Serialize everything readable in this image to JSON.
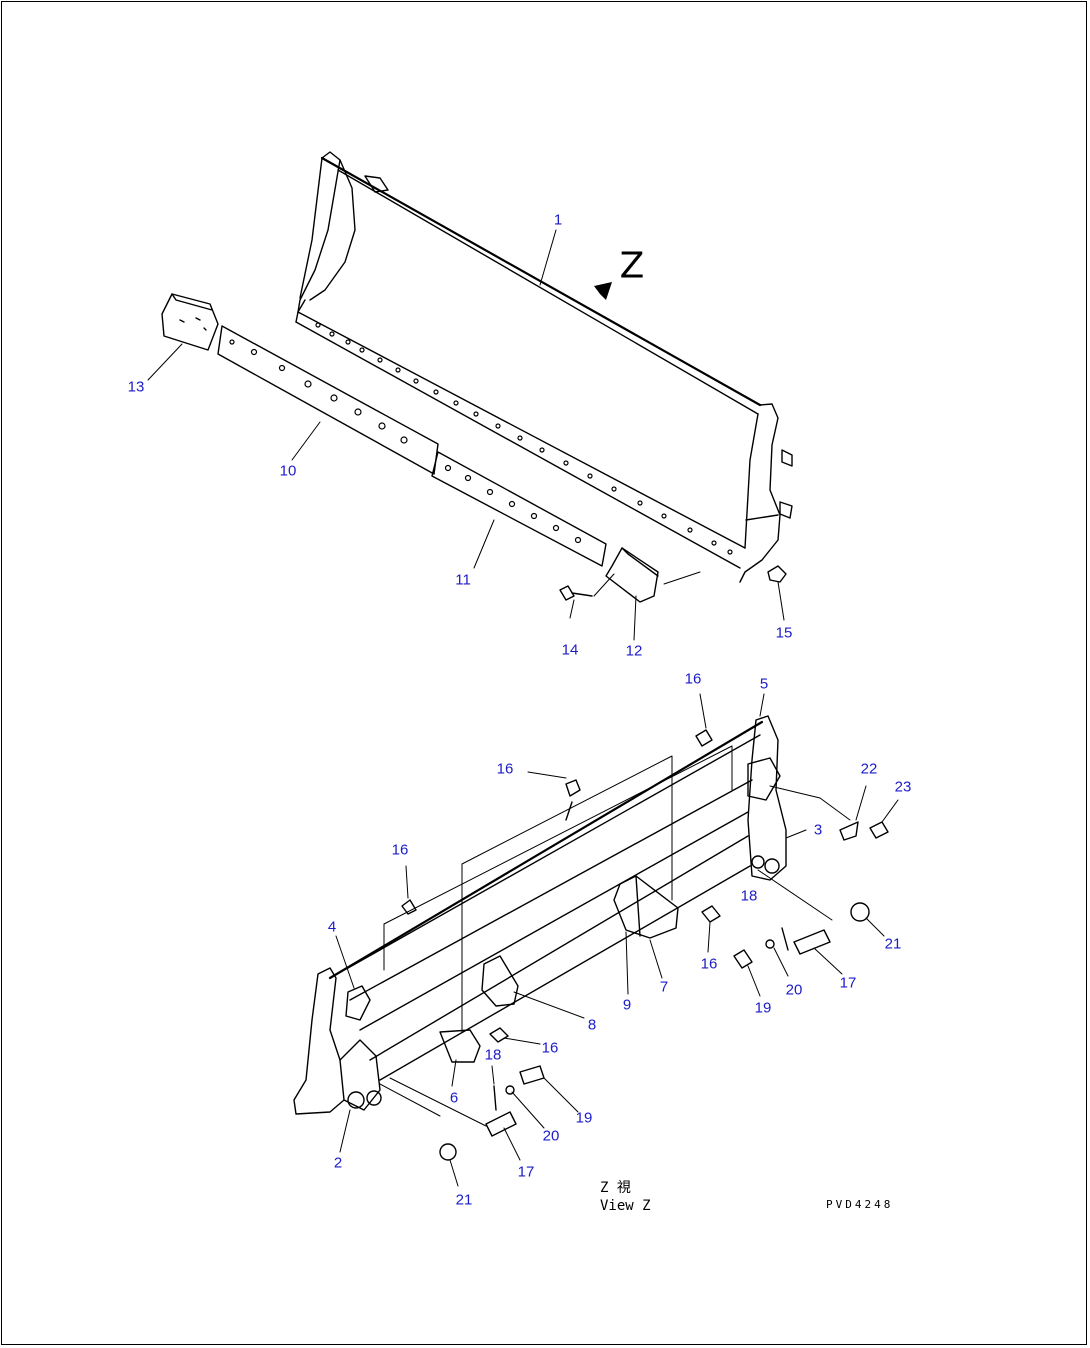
{
  "colors": {
    "callout": "#1c1cc8",
    "line": "#000000"
  },
  "view_marker": "Z",
  "view_caption": {
    "line1": "Z 視",
    "line2": "View Z"
  },
  "drawing_code": "PVD4248",
  "callouts": [
    {
      "id": "c1",
      "text": "1"
    },
    {
      "id": "c13",
      "text": "13"
    },
    {
      "id": "c10",
      "text": "10"
    },
    {
      "id": "c11",
      "text": "11"
    },
    {
      "id": "c14",
      "text": "14"
    },
    {
      "id": "c12",
      "text": "12"
    },
    {
      "id": "c15",
      "text": "15"
    },
    {
      "id": "c16a",
      "text": "16"
    },
    {
      "id": "c5",
      "text": "5"
    },
    {
      "id": "c16b",
      "text": "16"
    },
    {
      "id": "c22",
      "text": "22"
    },
    {
      "id": "c23",
      "text": "23"
    },
    {
      "id": "c3",
      "text": "3"
    },
    {
      "id": "c16c",
      "text": "16"
    },
    {
      "id": "c18a",
      "text": "18"
    },
    {
      "id": "c4",
      "text": "4"
    },
    {
      "id": "c21a",
      "text": "21"
    },
    {
      "id": "c7",
      "text": "7"
    },
    {
      "id": "c16d",
      "text": "16"
    },
    {
      "id": "c20a",
      "text": "20"
    },
    {
      "id": "c17a",
      "text": "17"
    },
    {
      "id": "c9",
      "text": "9"
    },
    {
      "id": "c19a",
      "text": "19"
    },
    {
      "id": "c8",
      "text": "8"
    },
    {
      "id": "c16e",
      "text": "16"
    },
    {
      "id": "c18b",
      "text": "18"
    },
    {
      "id": "c6",
      "text": "6"
    },
    {
      "id": "c19b",
      "text": "19"
    },
    {
      "id": "c20b",
      "text": "20"
    },
    {
      "id": "c2",
      "text": "2"
    },
    {
      "id": "c17b",
      "text": "17"
    },
    {
      "id": "c21b",
      "text": "21"
    }
  ]
}
